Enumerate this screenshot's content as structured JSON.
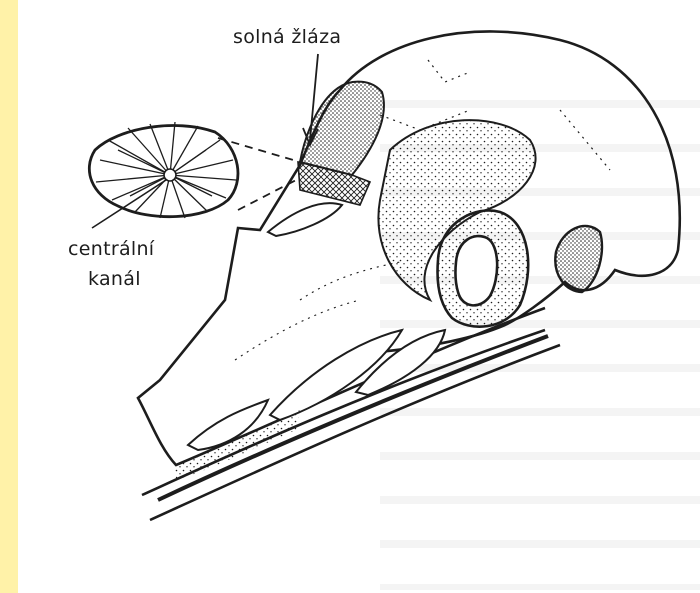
{
  "labels": {
    "salt_gland": "solná žláza",
    "central_canal_line1": "centrální",
    "central_canal_line2": "kanál"
  },
  "colors": {
    "edge_strip": "#fff2a8",
    "ink": "#1d1d1d",
    "paper": "#ffffff"
  }
}
